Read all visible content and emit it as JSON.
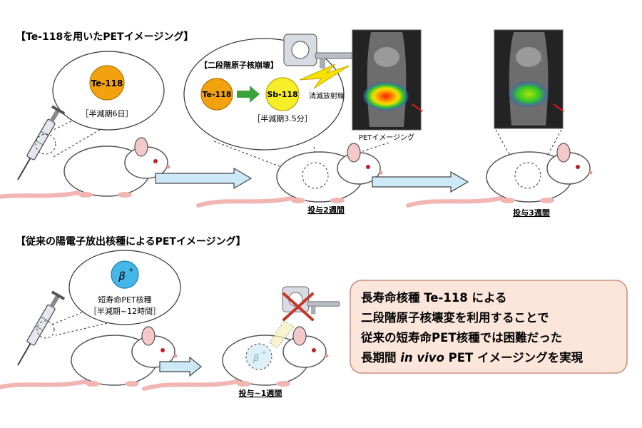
{
  "top": {
    "heading": "【Te-118を用いたPETイメージング】",
    "inset_nuclide": "Te-118",
    "inset_halflife": "［半減期6日］",
    "decay_title": "【二段階原子核崩壊】",
    "parent": "Te-118",
    "daughter": "Sb-118",
    "daughter_halflife": "［半減期3.5分］",
    "annihilation_label": "消滅放射線",
    "pet_label": "PETイメージング",
    "week2_label": "投与2週間",
    "week3_label": "投与3週間"
  },
  "bottom": {
    "heading": "【従来の陽電子放出核種によるPETイメージング】",
    "beta_symbol": "β",
    "beta_sup": "+",
    "nuclide_label": "短寿命PET核種",
    "halflife": "［半減期~12時間］",
    "week1_label": "投与~1週間",
    "summary_line1": "長寿命核種 Te-118 による",
    "summary_line2": "二段階原子核壊変を利用することで",
    "summary_line3": "従来の短寿命PET核種では困難だった",
    "summary_line4_a": "長期間 ",
    "summary_line4_italic": "in vivo",
    "summary_line4_b": " PET イメージングを実現"
  },
  "colors": {
    "te_orange": "#f2a20f",
    "sb_yellow": "#f7ee2a",
    "beta_blue": "#44b6e8",
    "arrow_green": "#3aa23a",
    "flow_arrow": "#cde9f7",
    "summary_bg": "#fce6dc",
    "summary_border": "#c98b80",
    "cross_red": "#c0392b"
  }
}
